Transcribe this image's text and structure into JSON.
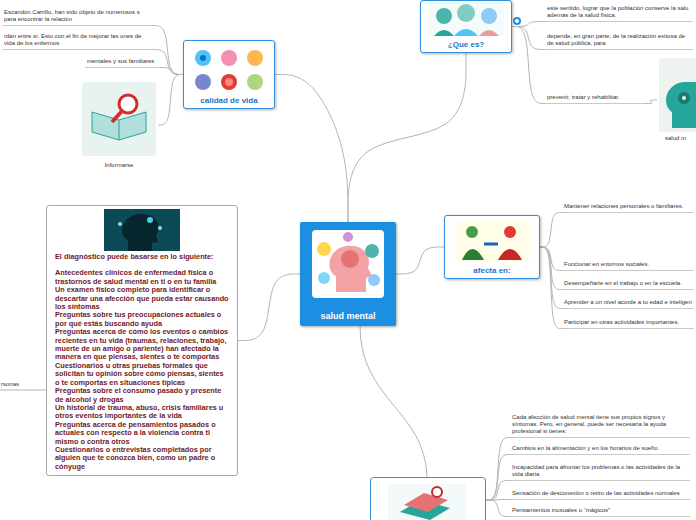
{
  "diagram": {
    "nodes": [
      {
        "text": [
          "salud mental"
        ]
      },
      {
        "text": [
          "calidad de vida"
        ]
      },
      {
        "text": [
          "Escandón Carrillo, han sido objeto de numerosos s para encontrar la relación"
        ]
      },
      {
        "text": [
          "rdan entre sí. Esto con el fin de mejorar las ones de vida de los enfermos"
        ]
      },
      {
        "text": [
          "mentales y sus familiares"
        ]
      },
      {
        "text": [
          "Informarse"
        ]
      },
      {
        "text": [
          "¿Que es?"
        ]
      },
      {
        "text": [
          "este sentido, lograr que la población conserve la salu además de la salud física,"
        ]
      },
      {
        "text": [
          "depende, en gran parte, de la realización exitosa de de salud pública, para"
        ]
      },
      {
        "text": [
          "prevenir, tratar y rehabilitar."
        ]
      },
      {
        "text": [
          "salud m"
        ]
      },
      {
        "text": [
          "afecta en:"
        ]
      },
      {
        "text": [
          "Mantener relaciones personales o familiares."
        ]
      },
      {
        "text": [
          "Funcionar en entornos sociales."
        ]
      },
      {
        "text": [
          "Desempeñarte en el trabajo o en la escuela."
        ]
      },
      {
        "text": [
          "Aprender a un nivel acorde a tu edad e inteligen"
        ]
      },
      {
        "text": [
          "Participar en otras actividades importantes."
        ]
      },
      {
        "text": [
          "El diagnóstico puede basarse en lo siguiente:",
          "Antecedentes clínicos de enfermedad física o trastornos de salud mental en ti o en tu familia",
          "Un examen físico completo para identificar o descartar una afección que pueda estar causando los síntomas",
          "Preguntas sobre tus preocupaciones actuales o por qué estás buscando ayuda",
          "Preguntas acerca de cómo los eventos o cambios recientes en tu vida (traumas, relaciones, trabajo, muerte de un amigo o pariente) han afectado la manera en que piensas, sientes o te comportas",
          "Cuestionarios u otras pruebas formales que solicitan tu opinión sobre cómo piensas, sientes o te comportas en situaciones típicas",
          "Preguntas sobre el consumo pasado y presente de alcohol y drogas",
          "Un historial de trauma, abuso, crisis familiares u otros eventos importantes de la vida",
          "Preguntas acerca de pensamientos pasados o actuales con respecto a la violencia contra ti mismo o contra otros",
          "Cuestionarios o entrevistas completados por alguien que te conozca bien, como un padre o cónyuge"
        ]
      },
      {
        "text": [
          "Cada afección de salud mental tiene sus propios signos y síntomas. Pero, en general, puede ser necesaria la ayuda profesional si tienes:"
        ]
      },
      {
        "text": [
          "Cambios en la alimentación y en los horarios de sueño"
        ]
      },
      {
        "text": [
          "Incapacidad para afrontar los problemas o las actividades de la vida diaria"
        ]
      },
      {
        "text": [
          "Sensación de desconexión o retiro de las actividades normales"
        ]
      },
      {
        "text": [
          "Pensamientos inusuales o “mágicos”"
        ]
      }
    ],
    "edges": [
      {
        "from": 0,
        "to": 1,
        "arrow": "none"
      },
      {
        "from": 0,
        "to": 6,
        "arrow": "none"
      },
      {
        "from": 0,
        "to": 11,
        "arrow": "none"
      },
      {
        "from": 0,
        "to": 17,
        "arrow": "none"
      },
      {
        "from": 1,
        "to": 2,
        "arrow": "none"
      },
      {
        "from": 1,
        "to": 3,
        "arrow": "none"
      },
      {
        "from": 1,
        "to": 4,
        "arrow": "none"
      },
      {
        "from": 1,
        "to": 5,
        "arrow": "none"
      },
      {
        "from": 6,
        "to": 7,
        "arrow": "none"
      },
      {
        "from": 6,
        "to": 8,
        "arrow": "none"
      },
      {
        "from": 6,
        "to": 9,
        "arrow": "none"
      },
      {
        "from": 9,
        "to": 10,
        "arrow": "none"
      },
      {
        "from": 11,
        "to": 12,
        "arrow": "none"
      },
      {
        "from": 11,
        "to": 13,
        "arrow": "none"
      },
      {
        "from": 11,
        "to": 14,
        "arrow": "none"
      },
      {
        "from": 11,
        "to": 15,
        "arrow": "none"
      },
      {
        "from": 11,
        "to": 16,
        "arrow": "none"
      }
    ],
    "labels": [
      "rsonas"
    ]
  }
}
